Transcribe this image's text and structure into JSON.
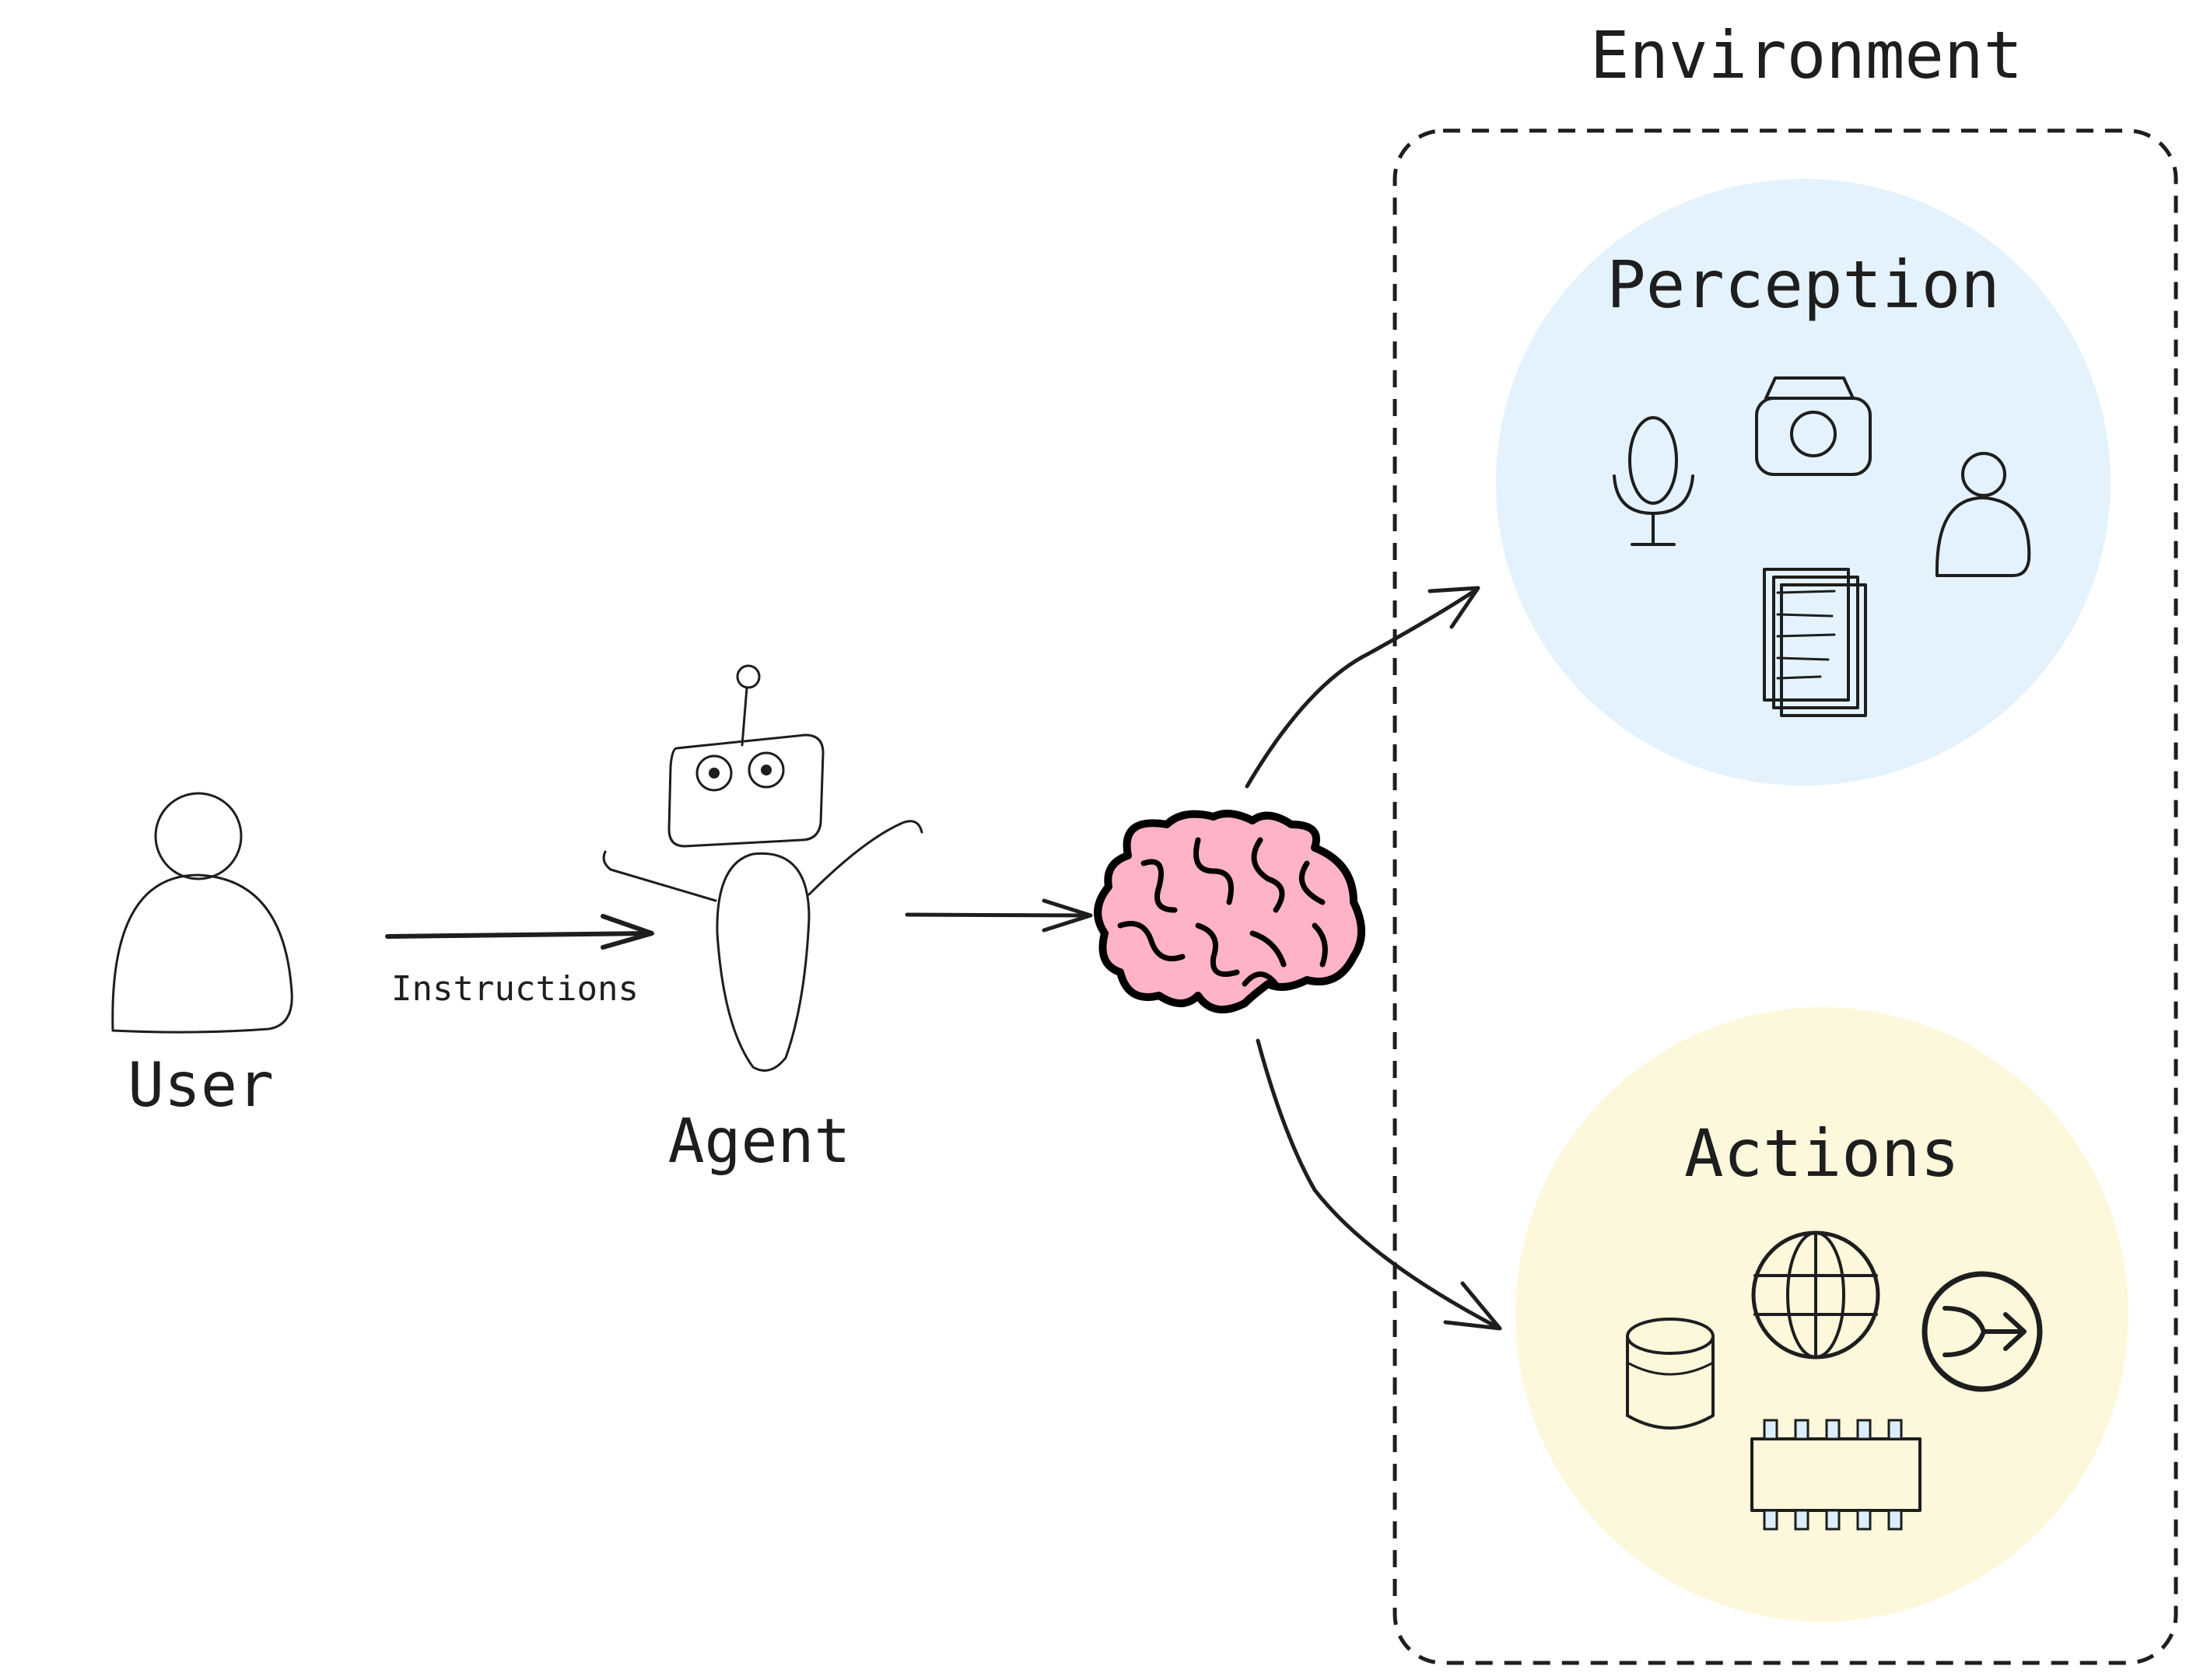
{
  "labels": {
    "environment": "Environment",
    "perception": "Perception",
    "actions": "Actions",
    "user": "User",
    "agent": "Agent",
    "instructions": "Instructions"
  },
  "colors": {
    "ink": "#1e1e1e",
    "user_fill": "#d0bfff",
    "brain_fill": "#ffb3c6",
    "perception_fill": "#e3f2fc",
    "actions_fill": "#fdf8dc",
    "perception_icon_fill": "#e2f7e8",
    "actions_icon_fill": "#dceefb"
  },
  "icons": {
    "user": "person-icon",
    "agent": "robot-icon",
    "brain": "brain-icon",
    "perception": [
      "microphone-icon",
      "camera-icon",
      "person-icon",
      "documents-icon"
    ],
    "actions": [
      "database-icon",
      "globe-icon",
      "merge-arrow-icon",
      "chip-icon"
    ]
  }
}
